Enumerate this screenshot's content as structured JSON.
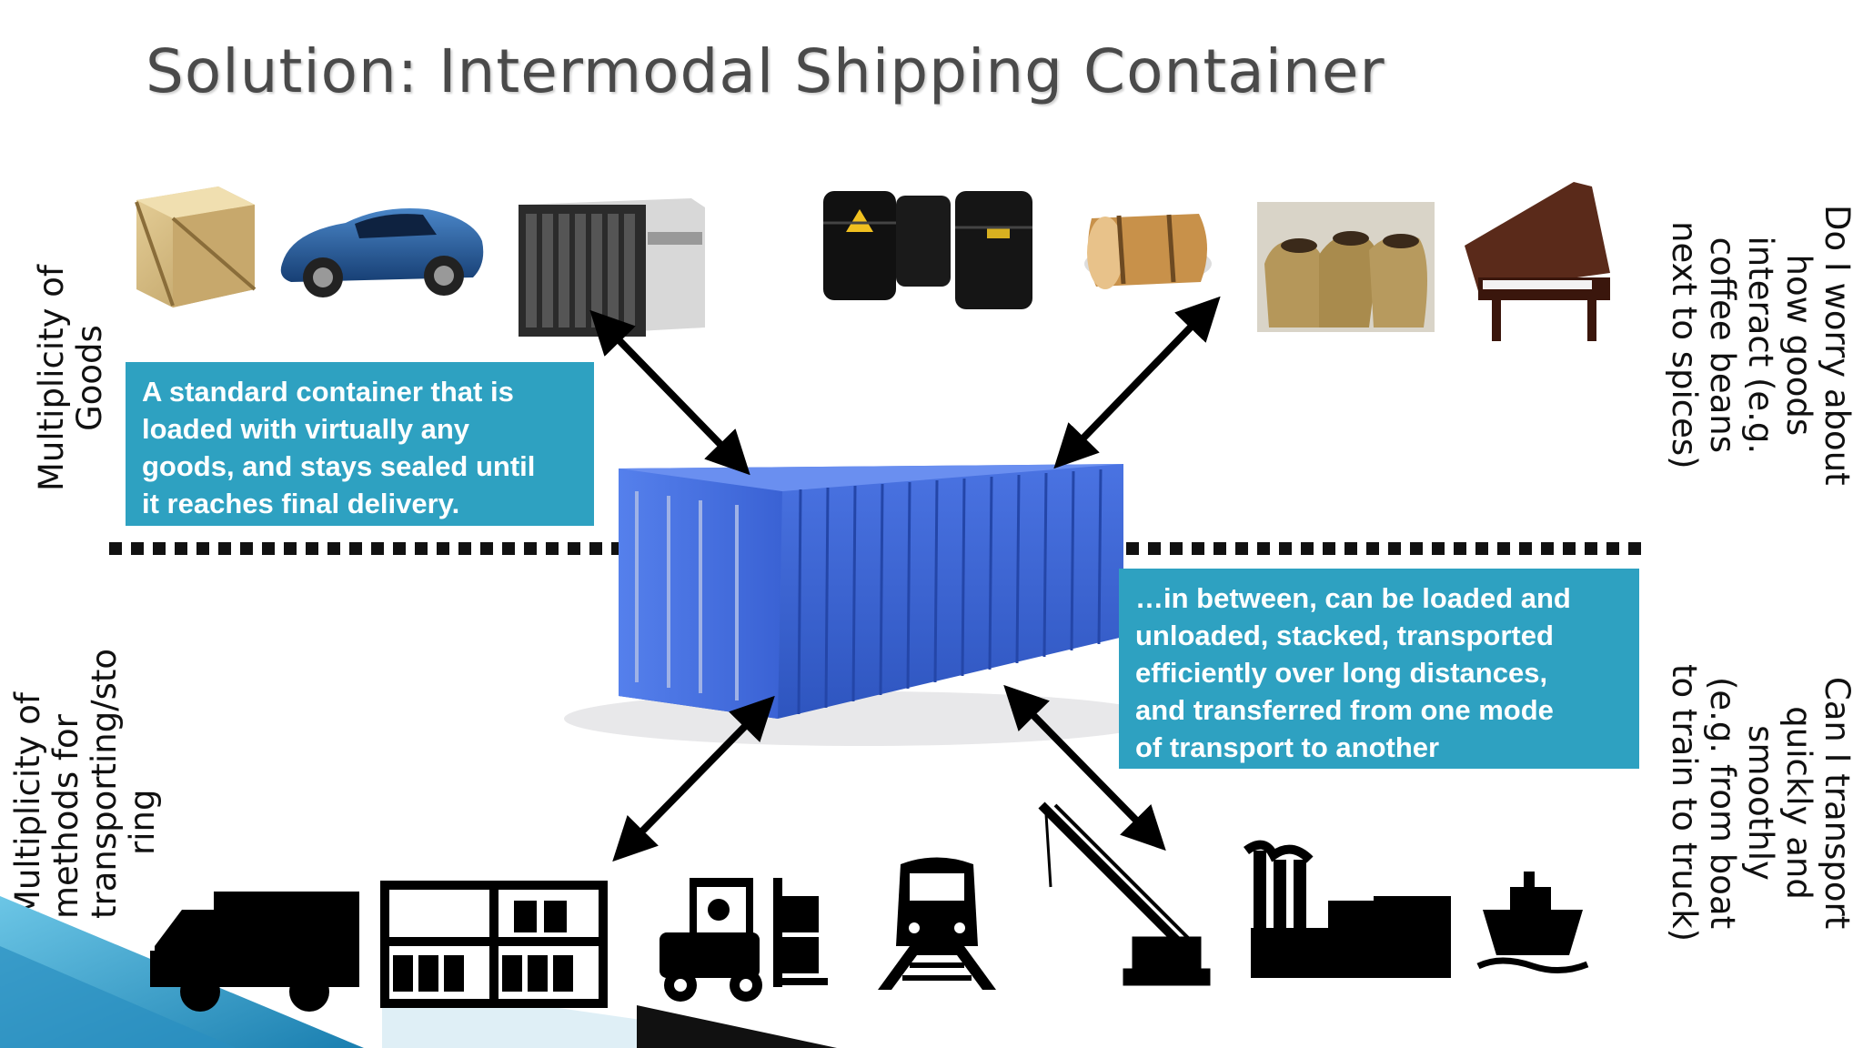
{
  "slide": {
    "title": "Solution: Intermodal Shipping Container",
    "left_top_label": [
      "Multiplicity of",
      "Goods"
    ],
    "left_bottom_label": [
      "Multiplicity of",
      "methods for",
      "transporting/sto",
      "ring"
    ],
    "right_top_label": [
      "Do I worry about",
      "how goods",
      "interact (e.g.",
      "coffee beans",
      "next to spices)"
    ],
    "right_bottom_label": [
      "Can I transport",
      "quickly and",
      "smoothly",
      "(e.g. from boat",
      "to train to truck)"
    ],
    "callout_top": [
      "A standard container that is",
      "loaded with virtually any",
      "goods, and stays sealed until",
      "it reaches final delivery."
    ],
    "callout_bottom": [
      "…in between, can be loaded and",
      "unloaded, stacked, transported",
      "efficiently over long distances,",
      "and transferred from one mode",
      "of transport to another"
    ]
  },
  "goods_icons": [
    "crate-icon",
    "sports-car-icon",
    "server-rack-icon",
    "oil-barrels-icon",
    "wooden-barrel-icon",
    "coffee-sacks-icon",
    "piano-icon"
  ],
  "transport_icons": [
    "truck-icon",
    "warehouse-rack-icon",
    "forklift-icon",
    "train-icon",
    "crane-icon",
    "factory-icon",
    "ship-icon"
  ],
  "colors": {
    "callout": "#2ea1c1",
    "container": "#3b64d6",
    "title": "#4a4a4a",
    "corner_accent": "#3aa6d0"
  }
}
